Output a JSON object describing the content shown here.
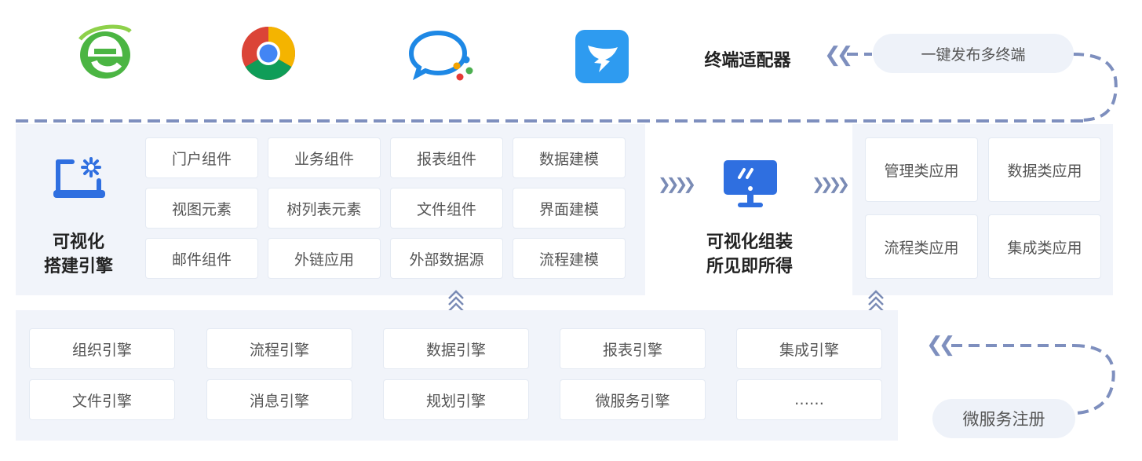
{
  "terminals": [
    {
      "icon": "ie-browser-icon"
    },
    {
      "icon": "chrome-browser-icon"
    },
    {
      "icon": "wecom-icon"
    },
    {
      "icon": "dingtalk-icon"
    }
  ],
  "terminal_adapter": "终端适配器",
  "publish_pill": "一键发布多终端",
  "engine": {
    "title_line1": "可视化",
    "title_line2": "搭建引擎",
    "components": [
      [
        "门户组件",
        "业务组件",
        "报表组件",
        "数据建模"
      ],
      [
        "视图元素",
        "树列表元素",
        "文件组件",
        "界面建模"
      ],
      [
        "邮件组件",
        "外链应用",
        "外部数据源",
        "流程建模"
      ]
    ]
  },
  "assembly": {
    "line1": "可视化组装",
    "line2": "所见即所得"
  },
  "apps": [
    [
      "管理类应用",
      "数据类应用"
    ],
    [
      "流程类应用",
      "集成类应用"
    ]
  ],
  "engines": [
    [
      "组织引擎",
      "流程引擎",
      "数据引擎",
      "报表引擎",
      "集成引擎"
    ],
    [
      "文件引擎",
      "消息引擎",
      "规划引擎",
      "微服务引擎",
      "……"
    ]
  ],
  "microservice_pill": "微服务注册",
  "colors": {
    "accent": "#2f6fe0",
    "dash": "#7e8fbe",
    "panel": "#f1f4fa"
  }
}
